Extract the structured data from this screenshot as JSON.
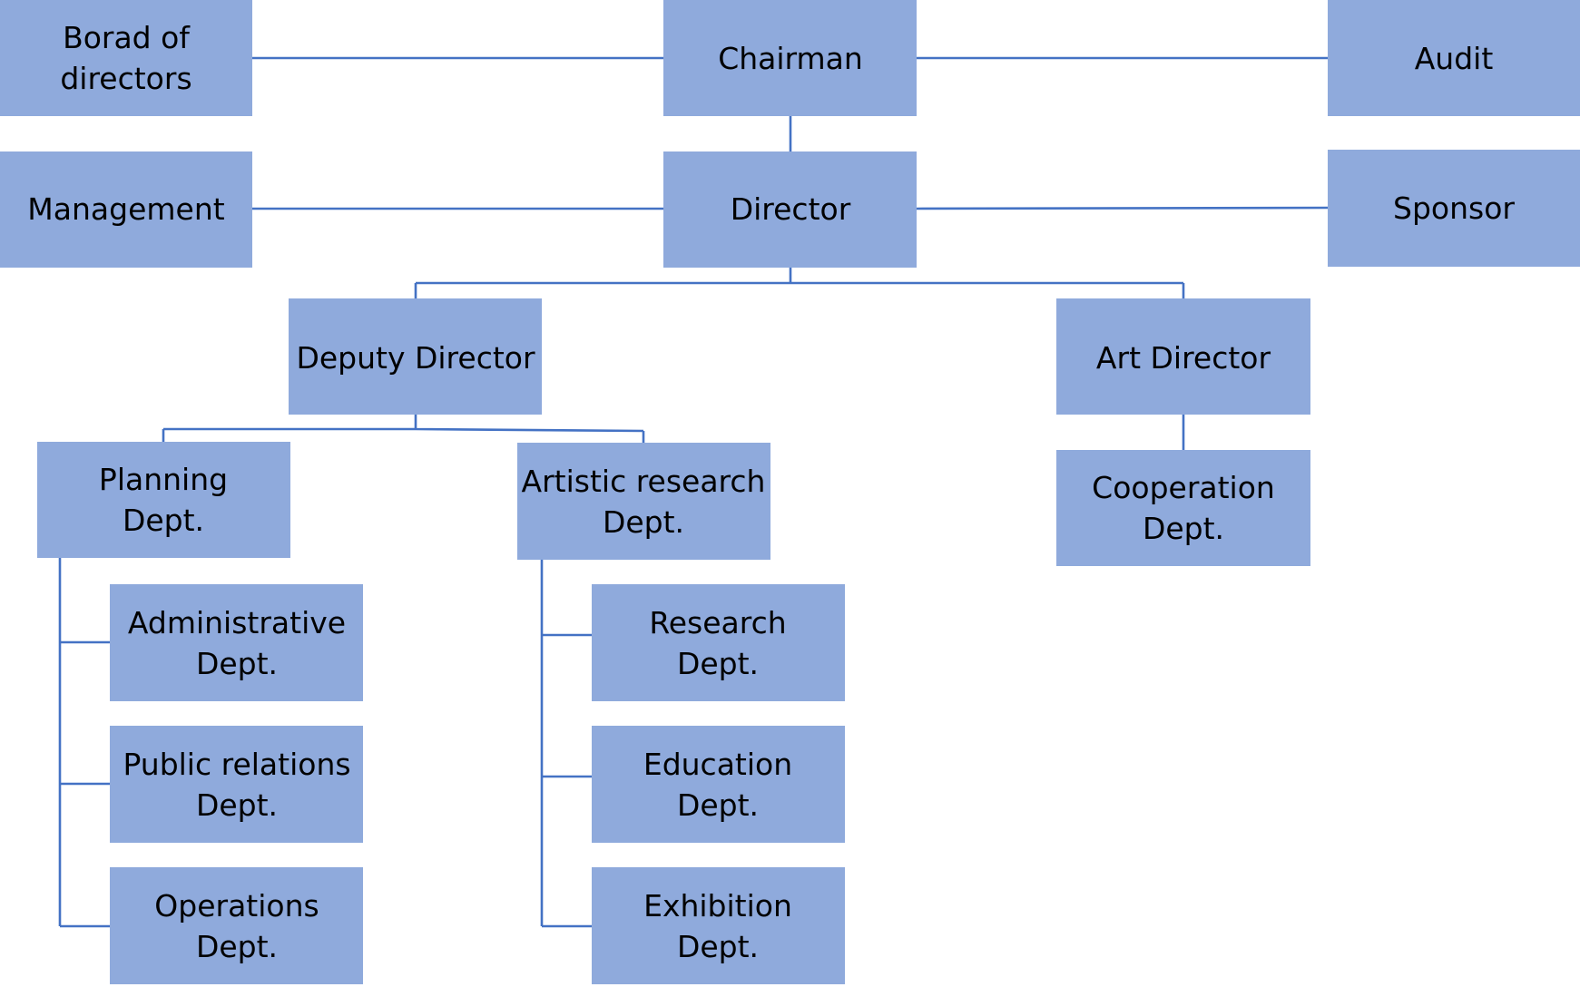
{
  "colors": {
    "node_fill": "#8faadc",
    "connector": "#4472c4",
    "text": "#000000",
    "background": "#ffffff"
  },
  "nodes": {
    "board": [
      "Borad of",
      "directors"
    ],
    "chairman": [
      "Chairman"
    ],
    "audit": [
      "Audit"
    ],
    "management": [
      "Management"
    ],
    "director": [
      "Director"
    ],
    "sponsor": [
      "Sponsor"
    ],
    "deputy_director": [
      "Deputy Director"
    ],
    "art_director": [
      "Art Director"
    ],
    "planning": [
      "Planning",
      "Dept."
    ],
    "artistic_research": [
      "Artistic research",
      "Dept."
    ],
    "cooperation": [
      "Cooperation",
      "Dept."
    ],
    "administrative": [
      "Administrative",
      "Dept."
    ],
    "public_relations": [
      "Public relations",
      "Dept."
    ],
    "operations": [
      "Operations",
      "Dept."
    ],
    "research": [
      "Research",
      "Dept."
    ],
    "education": [
      "Education",
      "Dept."
    ],
    "exhibition": [
      "Exhibition",
      "Dept."
    ]
  }
}
